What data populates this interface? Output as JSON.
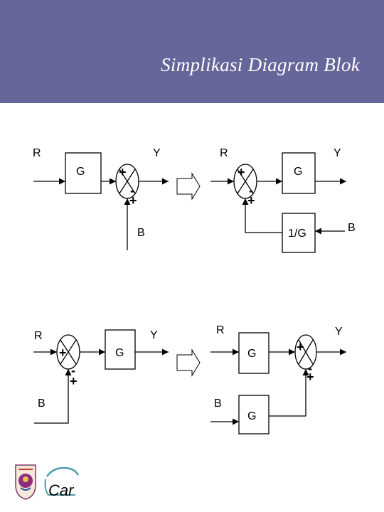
{
  "header": {
    "title": "Simplikasi Diagram Blok"
  },
  "diagram_a": {
    "before": {
      "r": "R",
      "y": "Y",
      "block": "G",
      "b": "B",
      "sign_plus": "+",
      "sign_minus": "-",
      "sign_plus_bottom": "+"
    },
    "after": {
      "r": "R",
      "y": "Y",
      "block": "G",
      "feedback_block": "1/G",
      "b": "B",
      "sign_plus": "+",
      "sign_minus": "-",
      "sign_plus_bottom": "+"
    }
  },
  "diagram_b": {
    "before": {
      "r": "R",
      "y": "Y",
      "block": "G",
      "b": "B",
      "sign_plus": "+",
      "sign_minus": "-",
      "sign_plus_bottom": "+"
    },
    "after": {
      "r": "R",
      "y": "Y",
      "block_top": "G",
      "b": "B",
      "block_bottom": "G",
      "sign_plus": "+",
      "sign_minus": "-",
      "sign_plus_bottom": "+"
    }
  },
  "logos": {
    "left": "university-seal-icon",
    "right": "car-logo-icon",
    "right_text": "Car"
  }
}
